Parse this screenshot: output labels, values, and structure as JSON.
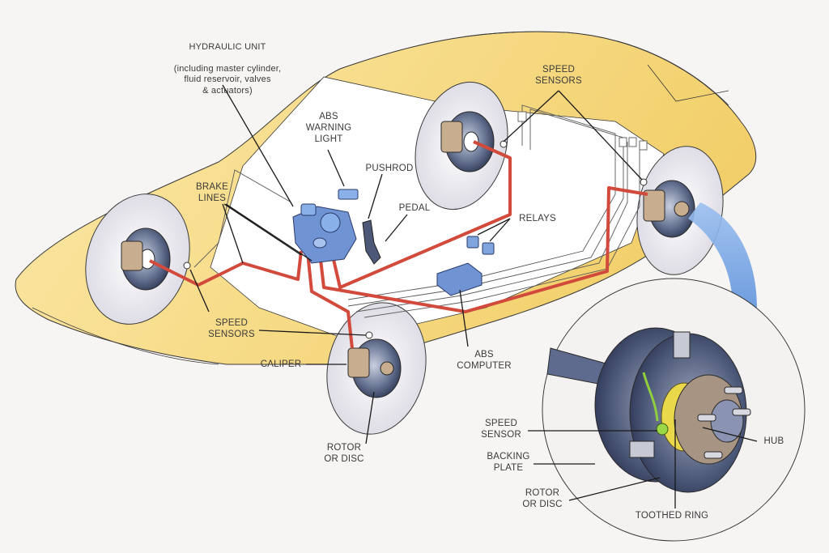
{
  "diagram": {
    "subject": "Anti-lock Braking System (ABS) components",
    "colors": {
      "background": "#f7f5f3",
      "car_body": "#f5d47a",
      "brake_line": "#d24a3c",
      "hydraulic_unit": "#6f93d3",
      "rotor": "#4b5878",
      "toothed_ring": "#e8d84a",
      "sensor": "#8fcf3d",
      "outline": "#2a2a2a"
    },
    "labels": {
      "hydraulic_unit_title": "HYDRAULIC UNIT",
      "hydraulic_unit_detail": "(including master cylinder,\nfluid reservoir, valves\n& actuators)",
      "abs_warning_light": "ABS\nWARNING\nLIGHT",
      "pushrod": "PUSHROD",
      "pedal": "PEDAL",
      "brake_lines": "BRAKE\nLINES",
      "speed_sensors_top": "SPEED\nSENSORS",
      "relays": "RELAYS",
      "speed_sensors_bottom": "SPEED\nSENSORS",
      "caliper": "CALIPER",
      "rotor_or_disc": "ROTOR\nOR DISC",
      "abs_computer": "ABS\nCOMPUTER"
    },
    "detail_inset": {
      "labels": {
        "speed_sensor": "SPEED\nSENSOR",
        "backing_plate": "BACKING\nPLATE",
        "rotor_or_disc": "ROTOR\nOR DISC",
        "toothed_ring": "TOOTHED RING",
        "hub": "HUB"
      }
    }
  }
}
